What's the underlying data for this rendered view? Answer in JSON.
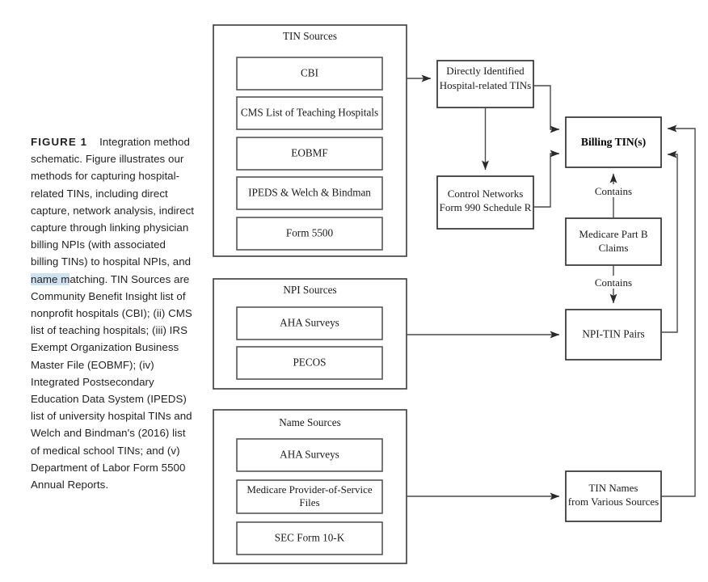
{
  "figure": {
    "label": "FIGURE 1",
    "title": "Integration method schematic.",
    "caption_part1": "Figure illustrates our methods for capturing hospital-related TINs, including direct capture, network analysis, indirect capture through linking physician billing NPIs (with associated billing TINs) to hospital NPIs, and ",
    "caption_selected": "name m",
    "caption_part2": "atching. TIN Sources are Community Benefit Insight list of nonprofit hospitals (CBI); (ii) CMS list of teaching hospitals; (iii) IRS Exempt Organization Business Master File (EOBMF); (iv) Integrated Postsecondary Education Data System (IPEDS) list of university hospital TINs and Welch and Bindman's (2016) list of medical school TINs; and (v) Department of Labor Form 5500 Annual Reports.",
    "selection_highlight_color": "#cfe2f0"
  },
  "diagram": {
    "panels": [
      {
        "id": "tin-sources",
        "title": "TIN Sources",
        "items": [
          "CBI",
          "CMS List of Teaching Hospitals",
          "EOBMF",
          "IPEDS & Welch & Bindman",
          "Form 5500"
        ]
      },
      {
        "id": "npi-sources",
        "title": "NPI Sources",
        "items": [
          "AHA Surveys",
          "PECOS"
        ]
      },
      {
        "id": "name-sources",
        "title": "Name Sources",
        "items": [
          "AHA Surveys",
          "Medicare Provider-of-Service Files",
          "SEC Form 10-K"
        ]
      }
    ],
    "nodes": {
      "directly_identified": {
        "line1": "Directly Identified",
        "line2": "Hospital-related TINs"
      },
      "control_networks": {
        "line1": "Control Networks",
        "line2": "Form 990 Schedule R"
      },
      "billing_tins": {
        "line1": "Billing TIN(s)"
      },
      "medicare_claims": {
        "line1": "Medicare Part B",
        "line2": "Claims"
      },
      "npi_tin_pairs": {
        "line1": "NPI-TIN Pairs"
      },
      "tin_names": {
        "line1": "TIN Names",
        "line2": "from Various Sources"
      }
    },
    "edge_labels": {
      "claims_to_billing": "Contains",
      "claims_to_pairs": "Contains"
    },
    "colors": {
      "box_stroke": "#4a4a4a",
      "panel_stroke": "#3a3a3a",
      "connector": "#4a4a4a",
      "text": "#1a1a1a",
      "background": "#ffffff"
    }
  }
}
